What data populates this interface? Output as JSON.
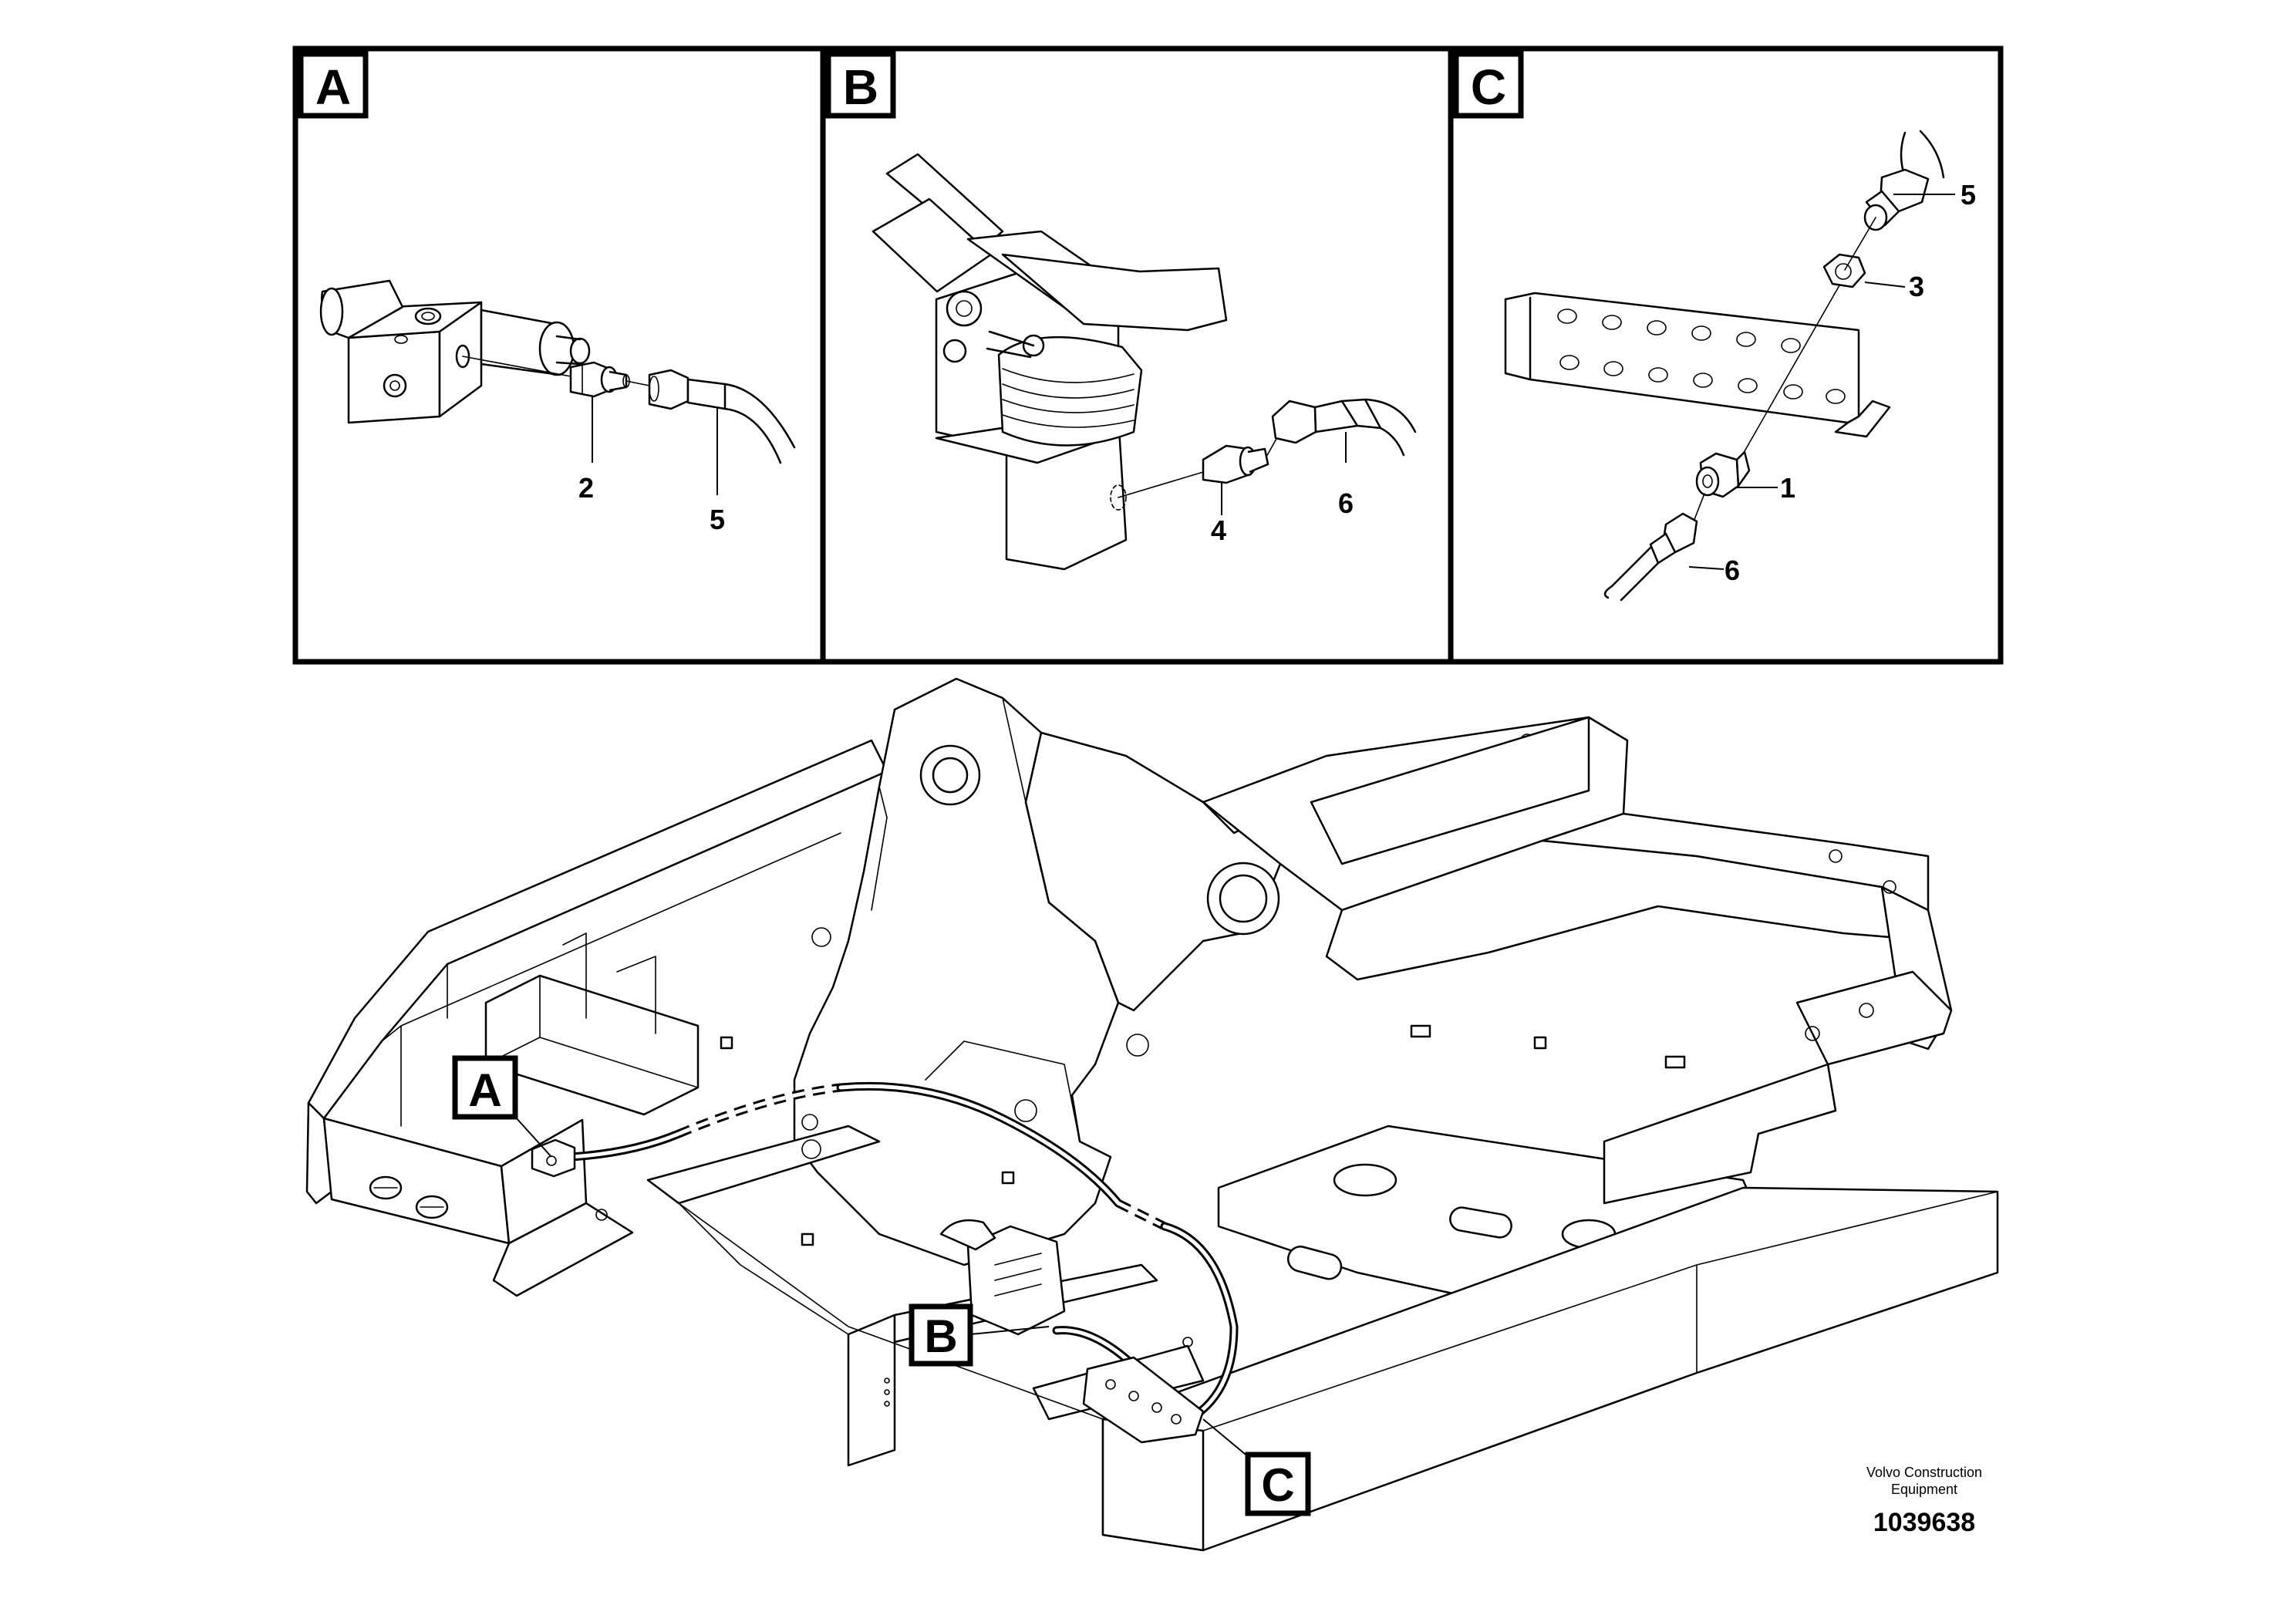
{
  "panels": [
    {
      "letter": "A",
      "parts": [
        "2",
        "5"
      ]
    },
    {
      "letter": "B",
      "parts": [
        "4",
        "6"
      ]
    },
    {
      "letter": "C",
      "parts": [
        "5",
        "3",
        "1",
        "6"
      ]
    }
  ],
  "callouts": [
    "A",
    "B",
    "C"
  ],
  "credit": {
    "line1": "Volvo Construction",
    "line2": "Equipment",
    "figure_number": "1039638"
  }
}
